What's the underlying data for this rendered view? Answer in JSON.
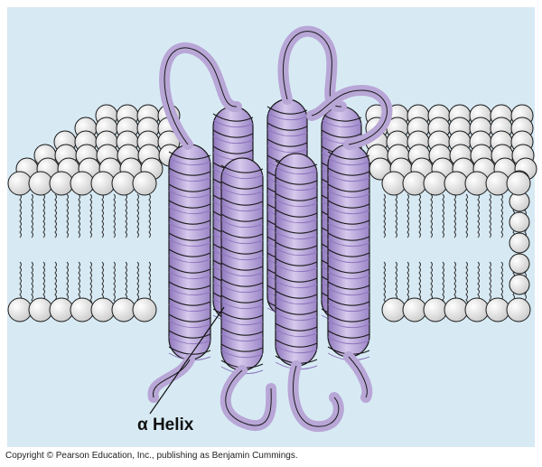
{
  "diagram": {
    "label": "α Helix",
    "copyright": "Copyright © Pearson Education, Inc., publishing as Benjamin Cummings.",
    "colors": {
      "background": "#d7eaf4",
      "helix_fill": "#b8a6d6",
      "helix_dark": "#8e76bd",
      "helix_light": "#dcd0ee",
      "outline": "#1a1a1a",
      "lipid_head": "#f2f2f2",
      "lipid_tail": "#333333"
    },
    "helix_count": 7,
    "icons": [
      "phospholipid-head-icon",
      "alpha-helix-icon",
      "membrane-bilayer-icon"
    ]
  }
}
